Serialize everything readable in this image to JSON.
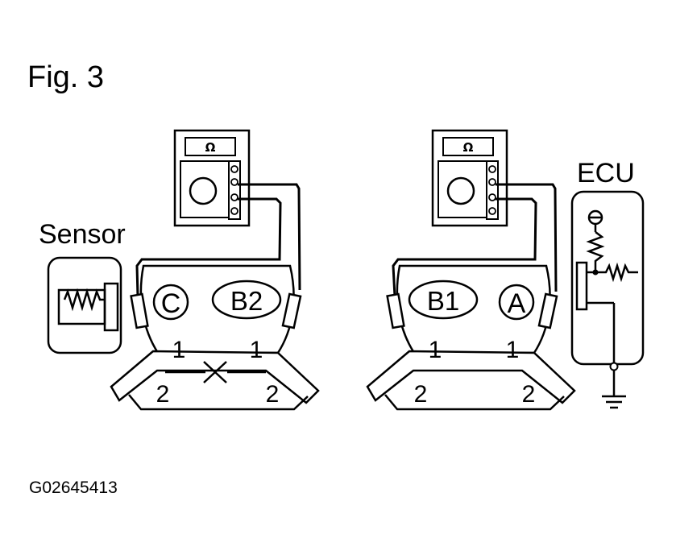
{
  "figure": {
    "title": "Fig. 3",
    "code": "G02645413"
  },
  "labels": {
    "sensor": "Sensor",
    "ecu": "ECU"
  },
  "meters": {
    "left": {
      "symbol": "Ω"
    },
    "right": {
      "symbol": "Ω"
    }
  },
  "connectors": {
    "left": {
      "badges": [
        "C",
        "B2"
      ],
      "pins": [
        "1",
        "1",
        "2",
        "2"
      ]
    },
    "right": {
      "badges": [
        "B1",
        "A"
      ],
      "pins": [
        "1",
        "1",
        "2",
        "2"
      ]
    }
  }
}
